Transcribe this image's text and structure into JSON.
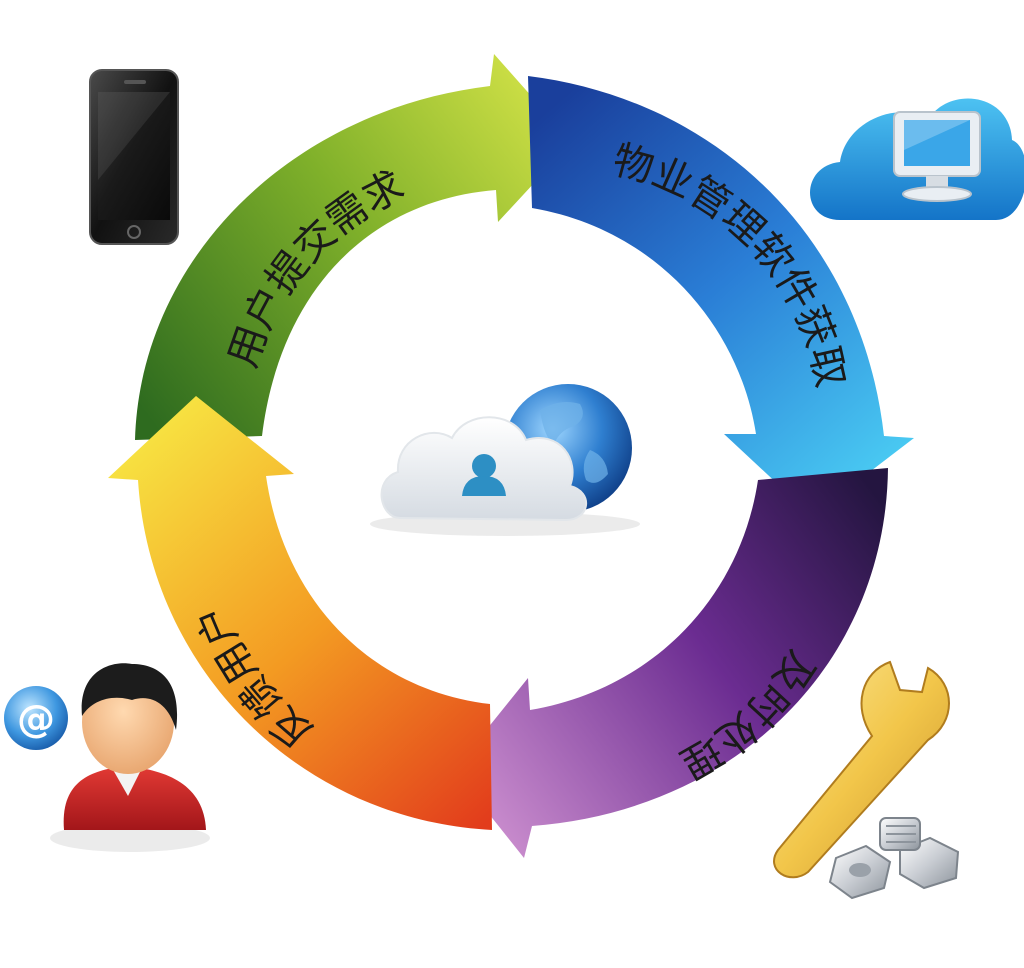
{
  "cycle_steps": [
    {
      "label": "用户提交需求",
      "icon": "smartphone-icon",
      "color_start": "#2e6b1f",
      "color_end": "#c8dc3c"
    },
    {
      "label": "物业管理软件获取",
      "icon": "cloud-computer-icon",
      "color_start": "#1d4ea8",
      "color_end": "#3fc4ef"
    },
    {
      "label": "及时处理",
      "icon": "wrench-bolts-icon",
      "color_start": "#2b1848",
      "color_end": "#c07ac4"
    },
    {
      "label": "反馈用户",
      "icon": "user-email-icon",
      "color_start": "#e8421e",
      "color_end": "#f6dc3c"
    }
  ],
  "center_icon": "cloud-globe-user-icon"
}
